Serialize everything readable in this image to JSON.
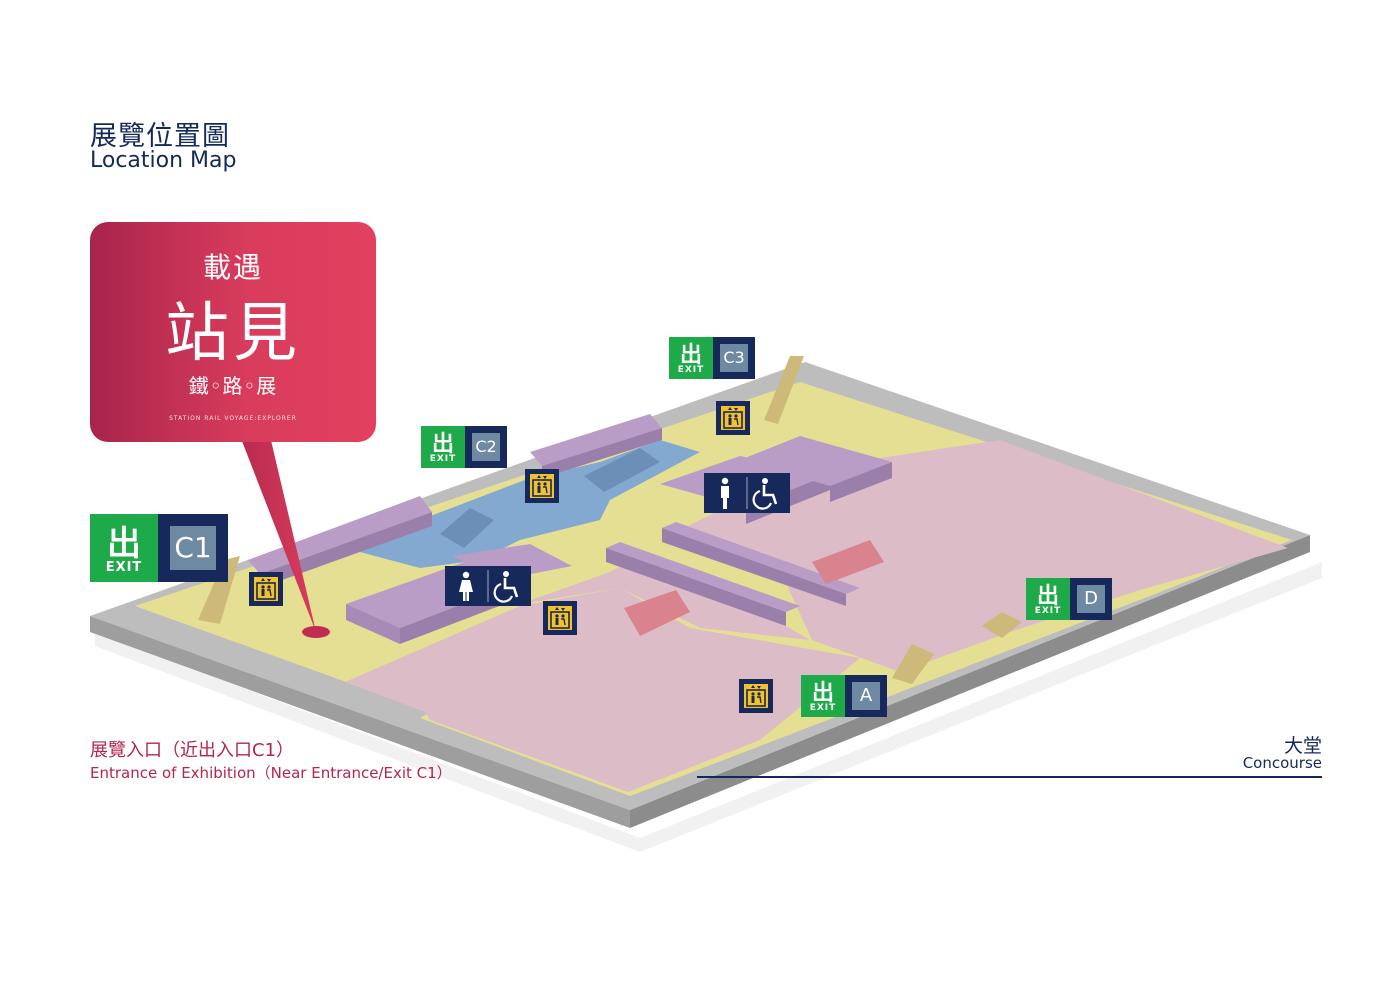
{
  "title": {
    "zh": "展覽位置圖",
    "en": "Location Map"
  },
  "brand": {
    "line1": "載遇",
    "line2": "站見",
    "line3": "鐵◦路◦展",
    "subtitle": "STATION RAIL VOYAGE:EXPLORER"
  },
  "entrance": {
    "zh": "展覽入口（近出入口C1）",
    "en": "Entrance of Exhibition（Near Entrance/Exit C1）"
  },
  "concourse": {
    "zh": "大堂",
    "en": "Concourse"
  },
  "exits": [
    {
      "label": "C1",
      "word": "EXIT",
      "glyph": "出"
    },
    {
      "label": "C2",
      "word": "EXIT",
      "glyph": "出"
    },
    {
      "label": "C3",
      "word": "EXIT",
      "glyph": "出"
    },
    {
      "label": "D",
      "word": "EXIT",
      "glyph": "出"
    },
    {
      "label": "A",
      "word": "EXIT",
      "glyph": "出"
    }
  ],
  "colors": {
    "navy": "#16295a",
    "exit_green": "#1eaa49",
    "brand_red": "#d93c5c",
    "floor_yellow": "#e5df93",
    "floor_pink": "#dcbcc6",
    "walkway_blue": "#84a9d1",
    "block_purple": "#b99dc6",
    "lift_yellow": "#f3c12a"
  },
  "icons": [
    "exit-icon",
    "lift-icon",
    "male-toilet-icon",
    "accessible-toilet-icon",
    "entrance-marker-icon"
  ]
}
